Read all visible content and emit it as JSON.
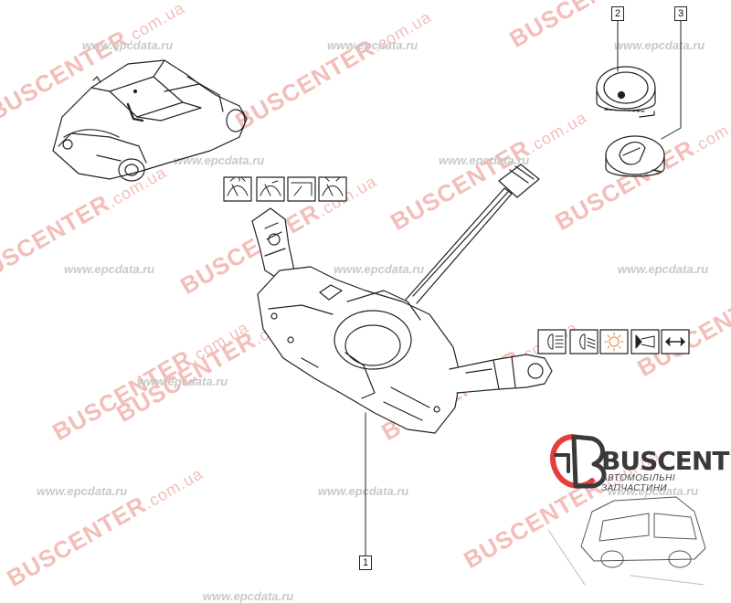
{
  "watermarks": {
    "brand_main": "BUSCENTER",
    "brand_suffix": ".com.ua",
    "site": "www.epcdata.ru"
  },
  "callouts": [
    "1",
    "2",
    "3"
  ],
  "icons": {
    "wiper_group": [
      "windscreen-wiper-icon",
      "windscreen-wiper-interval-icon",
      "rear-wiper-icon",
      "windscreen-washer-icon"
    ],
    "light_group": [
      "main-beam-icon",
      "dipped-beam-icon",
      "sidelight-icon",
      "horn-icon",
      "turn-signal-icon"
    ]
  },
  "brand": {
    "name": "BUSCENTER",
    "subtitle": "АВТОМОБІЛЬНІ ЗАПЧАСТИНИ",
    "accent": "#e53e3e",
    "dark": "#3a3a3a"
  },
  "colors": {
    "line": "#222222",
    "watermark_red": "#f2b3ad",
    "watermark_grey": "#c9c9c9"
  }
}
